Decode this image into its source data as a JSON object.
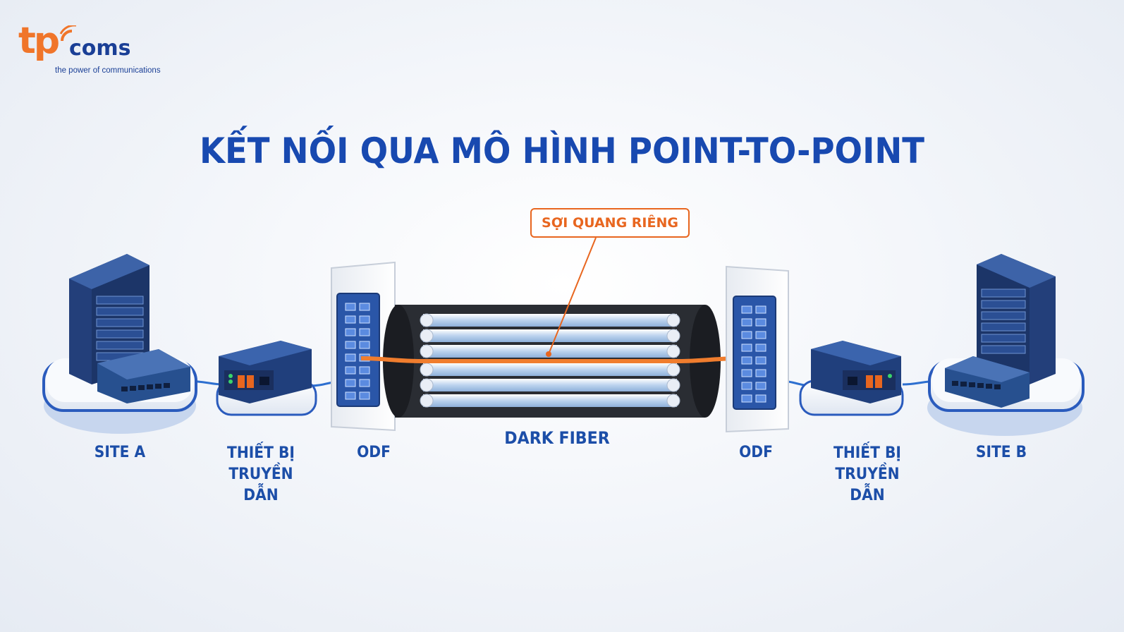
{
  "logo": {
    "mark": "tp",
    "name": "coms",
    "tagline": "the power of communications"
  },
  "title": "KẾT NỐI QUA MÔ HÌNH POINT-TO-POINT",
  "callout": "SỢI QUANG RIÊNG",
  "labels": {
    "site_a": "SITE A",
    "device_a_line1": "THIẾT BỊ",
    "device_a_line2": "TRUYỀN DẪN",
    "odf_a": "ODF",
    "dark_fiber": "DARK FIBER",
    "odf_b": "ODF",
    "device_b_line1": "THIẾT BỊ",
    "device_b_line2": "TRUYỀN DẪN",
    "site_b": "SITE B"
  },
  "colors": {
    "brand_blue": "#1849b0",
    "accent_orange": "#e8661f",
    "device_blue": "#274b8e"
  }
}
